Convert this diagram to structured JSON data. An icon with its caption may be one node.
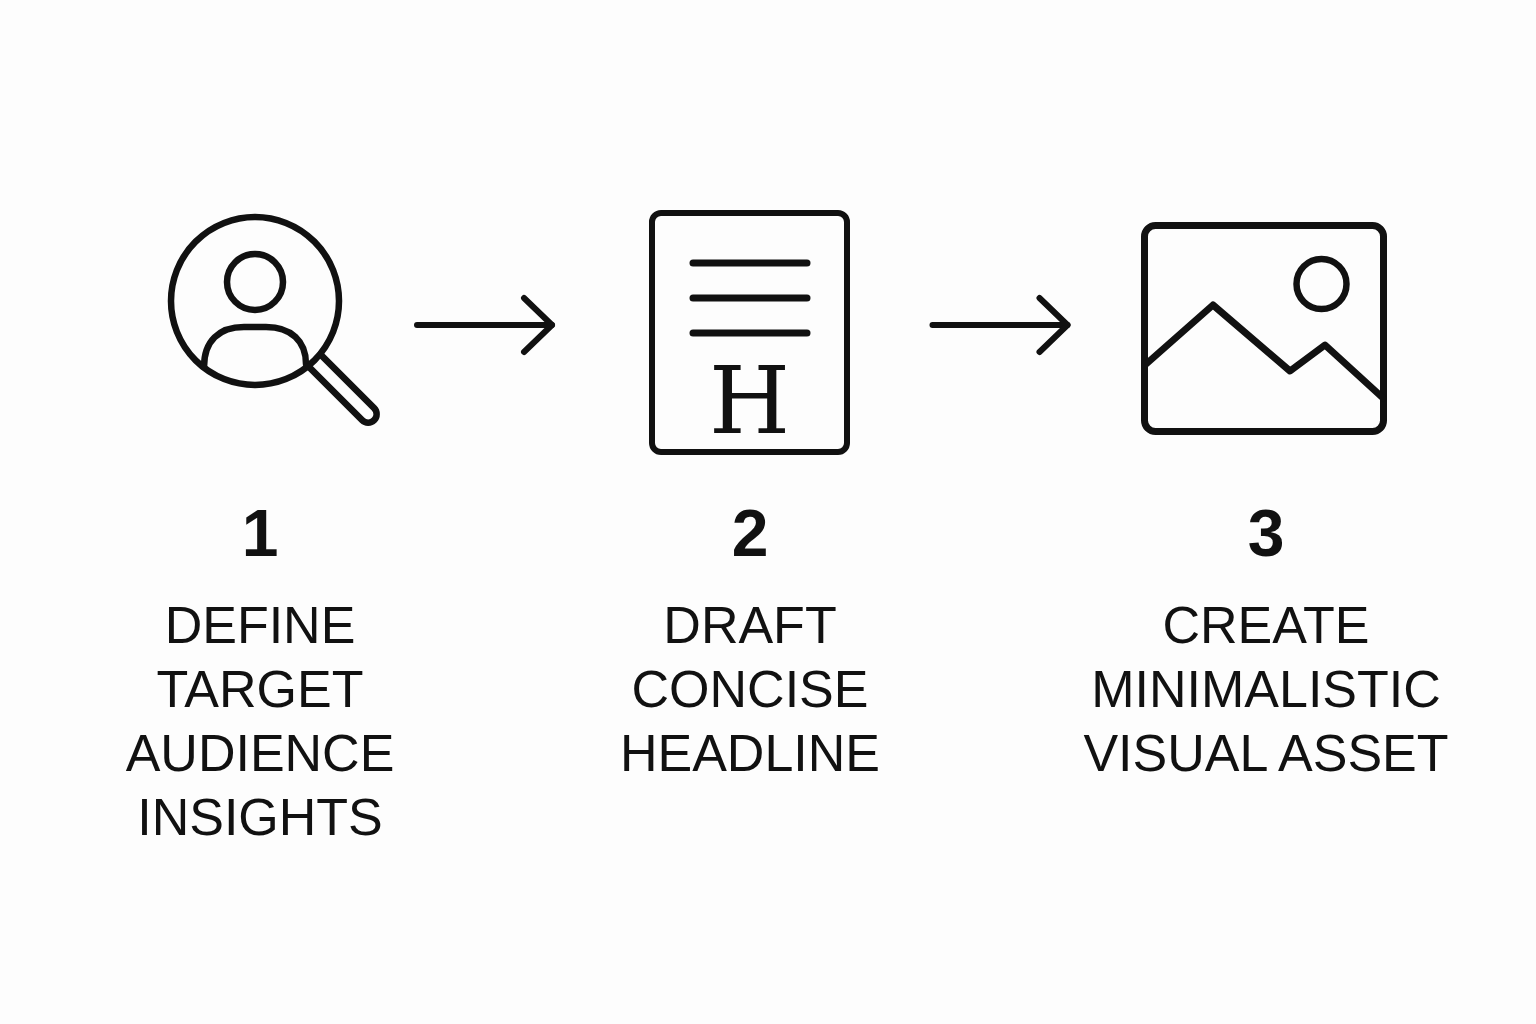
{
  "diagram": {
    "nodes": [
      {
        "text": [],
        "shape": "picture",
        "beside": [
          "1",
          "DEFINE TARGET AUDIENCE INSIGHTS"
        ]
      },
      {
        "text": [
          "H"
        ],
        "beside": [
          "2",
          "DRAFT CONCISE HEADLINE"
        ]
      },
      {
        "text": [],
        "shape": "picture",
        "beside": [
          "3",
          "CREATE MINIMALISTIC VISUAL ASSET"
        ]
      }
    ],
    "edges": [
      {
        "from": 0,
        "to": 1,
        "arrow": "to"
      },
      {
        "from": 1,
        "to": 2,
        "arrow": "to"
      }
    ]
  }
}
